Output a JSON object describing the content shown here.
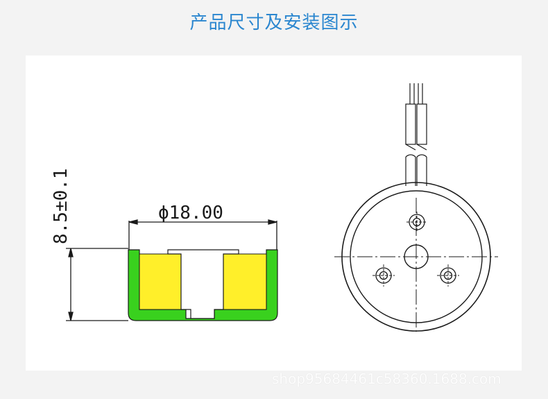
{
  "title": "产品尺寸及安装图示",
  "dimensions": {
    "diameter": "ϕ18.00",
    "height": "8.5±0.1"
  },
  "watermark": "shop95684461c58360.1688.com",
  "colors": {
    "title": "#2a86cf",
    "housing": "#39d11e",
    "core": "#ffef2a",
    "panel": "#ffffff",
    "background": "#f3f3f3"
  }
}
